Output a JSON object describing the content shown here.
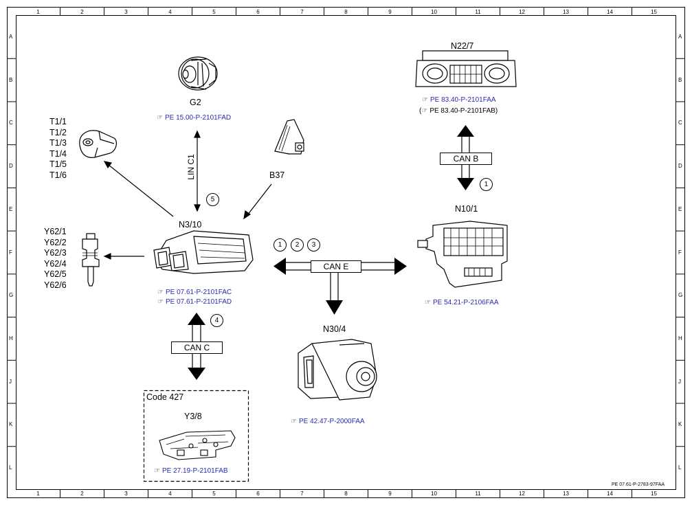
{
  "grid": {
    "columns": [
      "1",
      "2",
      "3",
      "4",
      "5",
      "6",
      "7",
      "8",
      "9",
      "10",
      "11",
      "12",
      "13",
      "14",
      "15"
    ],
    "rows": [
      "A",
      "B",
      "C",
      "D",
      "E",
      "F",
      "G",
      "H",
      "J",
      "K",
      "L"
    ]
  },
  "document_id": "PE 07.61-P-2783-97FAA",
  "components": {
    "g2": {
      "label": "G2",
      "ref": "PE 15.00-P-2101FAD",
      "icon": "alternator-icon"
    },
    "n22_7": {
      "label": "N22/7",
      "ref1": "PE 83.40-P-2101FAA",
      "ref2_prefix": "(",
      "ref2": "PE 83.40-P-2101FAB)",
      "icon": "climate-control-panel-icon"
    },
    "t1": {
      "labels": [
        "T1/1",
        "T1/2",
        "T1/3",
        "T1/4",
        "T1/5",
        "T1/6"
      ],
      "icon": "ignition-coil-icon"
    },
    "b37": {
      "label": "B37",
      "icon": "accelerator-pedal-sensor-icon"
    },
    "n3_10": {
      "label": "N3/10",
      "ref1": "PE 07.61-P-2101FAC",
      "ref2": "PE 07.61-P-2101FAD",
      "icon": "engine-control-unit-icon"
    },
    "y62": {
      "labels": [
        "Y62/1",
        "Y62/2",
        "Y62/3",
        "Y62/4",
        "Y62/5",
        "Y62/6"
      ],
      "icon": "fuel-injector-icon"
    },
    "n10_1": {
      "label": "N10/1",
      "ref": "PE 54.21-P-2106FAA",
      "icon": "sam-control-unit-icon"
    },
    "n30_4": {
      "label": "N30/4",
      "ref": "PE 42.47-P-2000FAA",
      "icon": "esp-control-unit-icon"
    },
    "y3_8": {
      "code": "Code 427",
      "label": "Y3/8",
      "ref": "PE 27.19-P-2101FAB",
      "icon": "transmission-control-unit-icon"
    }
  },
  "buses": {
    "lin_c1": "LIN C1",
    "can_b": "CAN B",
    "can_c": "CAN C",
    "can_e": "CAN E"
  },
  "markers": {
    "lin": "5",
    "can_b": "1",
    "can_c": "4",
    "can_e": [
      "1",
      "2",
      "3"
    ]
  },
  "ref_icon_glyph": "☞"
}
